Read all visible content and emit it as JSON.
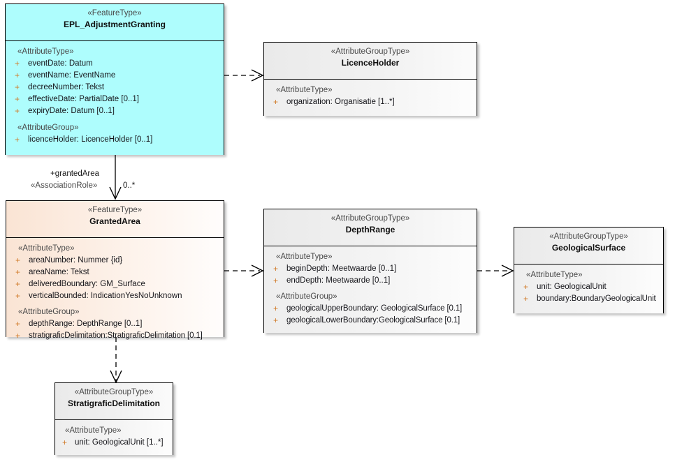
{
  "diagram": {
    "type": "uml-class-diagram",
    "background": "#ffffff",
    "colors": {
      "feature_type_primary": "#aefdfd",
      "feature_type_secondary": "#fae4d4",
      "attribute_group_type": "#eeeeee",
      "visibility_marker": "#d07a28",
      "line": "#000000"
    }
  },
  "classes": {
    "epl_adjustment_granting": {
      "stereotype": "«FeatureType»",
      "name": "EPL_AdjustmentGranting",
      "groups": [
        {
          "label": "«AttributeType»",
          "attributes": [
            {
              "visibility": "+",
              "text": "eventDate: Datum"
            },
            {
              "visibility": "+",
              "text": "eventName: EventName"
            },
            {
              "visibility": "+",
              "text": "decreeNumber: Tekst"
            },
            {
              "visibility": "+",
              "text": "effectiveDate: PartialDate [0..1]"
            },
            {
              "visibility": "+",
              "text": "expiryDate: Datum [0..1]"
            }
          ]
        },
        {
          "label": "«AttributeGroup»",
          "attributes": [
            {
              "visibility": "+",
              "text": "licenceHolder: LicenceHolder [0..1]"
            }
          ]
        }
      ]
    },
    "licence_holder": {
      "stereotype": "«AttributeGroupType»",
      "name": "LicenceHolder",
      "groups": [
        {
          "label": "«AttributeType»",
          "attributes": [
            {
              "visibility": "+",
              "text": "organization: Organisatie [1..*]"
            }
          ]
        }
      ]
    },
    "granted_area": {
      "stereotype": "«FeatureType»",
      "name": "GrantedArea",
      "groups": [
        {
          "label": "«AttributeType»",
          "attributes": [
            {
              "visibility": "+",
              "text": "areaNumber: Nummer {id}"
            },
            {
              "visibility": "+",
              "text": "areaName: Tekst"
            },
            {
              "visibility": "+",
              "text": "deliveredBoundary: GM_Surface"
            },
            {
              "visibility": "+",
              "text": "verticalBounded: IndicationYesNoUnknown"
            }
          ]
        },
        {
          "label": "«AttributeGroup»",
          "attributes": [
            {
              "visibility": "+",
              "text": "depthRange: DepthRange [0..1]"
            },
            {
              "visibility": "+",
              "text": "stratigraficDelimitation:StratigraficDelimitation [0.1]"
            }
          ]
        }
      ]
    },
    "depth_range": {
      "stereotype": "«AttributeGroupType»",
      "name": "DepthRange",
      "groups": [
        {
          "label": "«AttributeType»",
          "attributes": [
            {
              "visibility": "+",
              "text": "beginDepth: Meetwaarde [0..1]"
            },
            {
              "visibility": "+",
              "text": "endDepth: Meetwaarde [0..1]"
            }
          ]
        },
        {
          "label": "«AttributeGroup»",
          "attributes": [
            {
              "visibility": "+",
              "text": "geologicalUpperBoundary: GeologicalSurface [0.1]"
            },
            {
              "visibility": "+",
              "text": "geologicalLowerBoundary:GeologicalSurface [0.1]"
            }
          ]
        }
      ]
    },
    "geological_surface": {
      "stereotype": "«AttributeGroupType»",
      "name": "GeologicalSurface",
      "groups": [
        {
          "label": "«AttributeType»",
          "attributes": [
            {
              "visibility": "+",
              "text": "unit: GeologicalUnit"
            },
            {
              "visibility": "+",
              "text": "boundary:BoundaryGeologicalUnit"
            }
          ]
        }
      ]
    },
    "stratigrafic_delimitation": {
      "stereotype": "«AttributeGroupType»",
      "name": "StratigraficDelimitation",
      "groups": [
        {
          "label": "«AttributeType»",
          "attributes": [
            {
              "visibility": "+",
              "text": "unit: GeologicalUnit [1..*]"
            }
          ]
        }
      ]
    }
  },
  "relationships": {
    "granted_area_association": {
      "kind": "association",
      "role_name": "+grantedArea",
      "stereotype": "«AssociationRole»",
      "multiplicity": "0..*",
      "from": "EPL_AdjustmentGranting",
      "to": "GrantedArea"
    },
    "licence_holder_dependency": {
      "kind": "dependency",
      "from": "EPL_AdjustmentGranting",
      "to": "LicenceHolder"
    },
    "depth_range_dependency": {
      "kind": "dependency",
      "from": "GrantedArea",
      "to": "DepthRange"
    },
    "geological_surface_dependency": {
      "kind": "dependency",
      "from": "DepthRange",
      "to": "GeologicalSurface"
    },
    "stratigrafic_dependency": {
      "kind": "dependency",
      "from": "GrantedArea",
      "to": "StratigraficDelimitation"
    }
  }
}
